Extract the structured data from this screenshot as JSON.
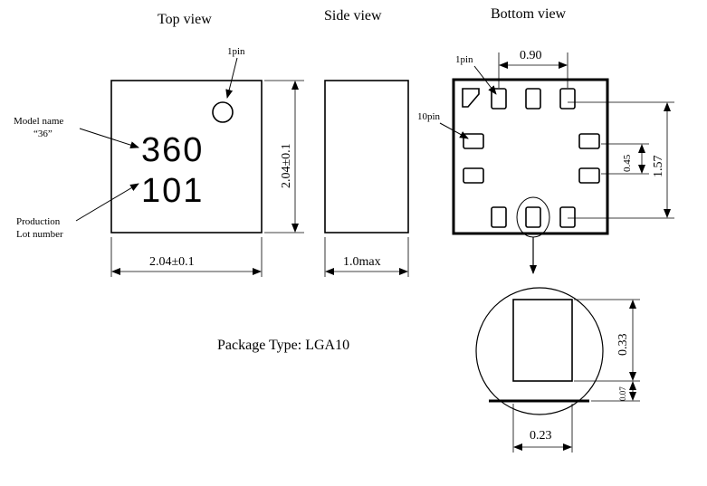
{
  "views": {
    "top": "Top view",
    "side": "Side view",
    "bottom": "Bottom view"
  },
  "top_view": {
    "pin1_label": "1pin",
    "model_name_label": "Model name",
    "model_name_value": "“36”",
    "marking_line1": "360",
    "marking_line2": "101",
    "production_label": "Production",
    "lot_label": "Lot number",
    "width_dim": "2.04±0.1",
    "height_dim": "2.04±0.1"
  },
  "side_view": {
    "thickness_dim": "1.0max"
  },
  "bottom_view": {
    "pin1_label": "1pin",
    "pin10_label": "10pin",
    "pitch_dim": "0.90",
    "pad_pitch_dim": "0.45",
    "span_dim": "1.57"
  },
  "detail": {
    "pad_height_dim": "0.33",
    "pad_offset_dim": "0.07",
    "pad_width_dim": "0.23"
  },
  "package_type": "Package Type: LGA10"
}
